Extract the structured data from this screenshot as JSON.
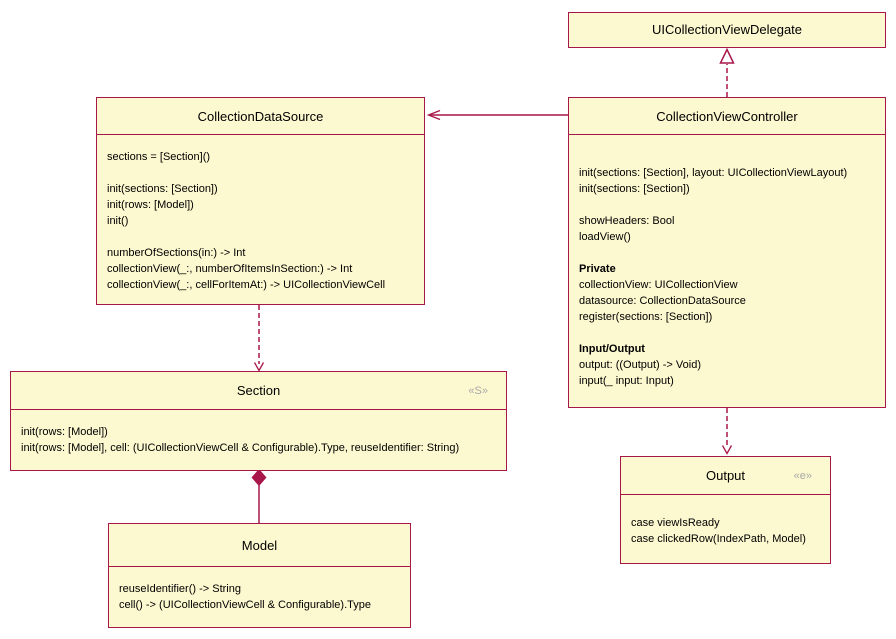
{
  "colors": {
    "box_fill": "#FCF8CF",
    "box_border": "#A8174A",
    "arrow": "#A8174A",
    "stereotype_text": "#A9A9A9",
    "text": "#000000"
  },
  "classes": {
    "delegate": {
      "title": "UICollectionViewDelegate",
      "icon": "lollipop-interface-icon"
    },
    "datasource": {
      "title": "CollectionDataSource",
      "lines": [
        "sections = [Section]()",
        "",
        "init(sections: [Section])",
        "init(rows: [Model])",
        "init()",
        "",
        "numberOfSections(in:) -> Int",
        "collectionView(_:, numberOfItemsInSection:) -> Int",
        "collectionView(_:, cellForItemAt:) -> UICollectionViewCell"
      ]
    },
    "controller": {
      "title": "CollectionViewController",
      "lines": [
        "",
        "init(sections: [Section], layout: UICollectionViewLayout)",
        "init(sections: [Section])",
        "",
        "showHeaders: Bool",
        "loadView()",
        "",
        "Private",
        "collectionView: UICollectionView",
        "datasource: CollectionDataSource",
        "register(sections: [Section])",
        "",
        "Input/Output",
        "output: ((Output) -> Void)",
        "input(_ input: Input)"
      ]
    },
    "section": {
      "title": "Section",
      "stereotype": "«S»",
      "lines": [
        "init(rows: [Model])",
        "init(rows: [Model], cell: (UICollectionViewCell & Configurable).Type, reuseIdentifier: String)"
      ]
    },
    "model": {
      "title": "Model",
      "icon": "lollipop-interface-icon",
      "lines": [
        "reuseIdentifier() -> String",
        "cell() -> (UICollectionViewCell & Configurable).Type"
      ]
    },
    "output": {
      "title": "Output",
      "stereotype": "«e»",
      "lines": [
        "case viewIsReady",
        "case clickedRow(IndexPath, Model)"
      ]
    }
  },
  "relationships": [
    {
      "from": "CollectionViewController",
      "to": "UICollectionViewDelegate",
      "type": "realization",
      "line": "dashed",
      "head": "hollow-triangle"
    },
    {
      "from": "CollectionViewController",
      "to": "CollectionDataSource",
      "type": "association",
      "line": "solid",
      "head": "open-arrow"
    },
    {
      "from": "CollectionDataSource",
      "to": "Section",
      "type": "dependency",
      "line": "dashed",
      "head": "open-arrow"
    },
    {
      "from": "Section",
      "to": "Model",
      "type": "composition",
      "line": "solid",
      "head": "filled-diamond-at-section"
    },
    {
      "from": "CollectionViewController",
      "to": "Output",
      "type": "dependency",
      "line": "dashed",
      "head": "open-arrow"
    }
  ]
}
